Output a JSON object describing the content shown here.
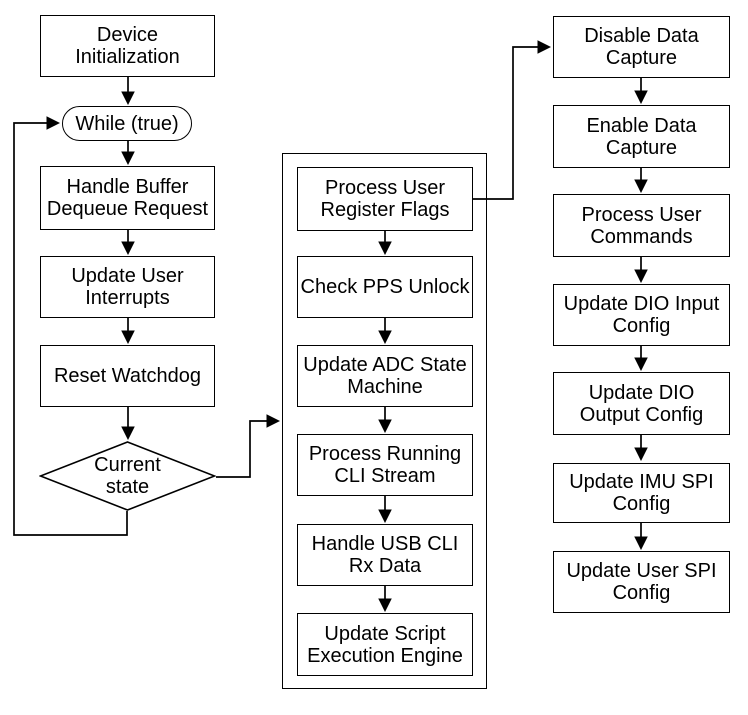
{
  "diagram": {
    "kind": "flowchart",
    "colors": {
      "background": "#ffffff",
      "line": "#000000",
      "node_fill": "#ffffff",
      "text": "#000000"
    },
    "main_loop": {
      "nodes": [
        {
          "id": "device-initialization",
          "shape": "rect",
          "label": "Device\nInitialization"
        },
        {
          "id": "while-true",
          "shape": "stadium",
          "label": "While (true)"
        },
        {
          "id": "handle-buffer-dequeue-request",
          "shape": "rect",
          "label": "Handle Buffer\nDequeue Request"
        },
        {
          "id": "update-user-interrupts",
          "shape": "rect",
          "label": "Update User\nInterrupts"
        },
        {
          "id": "reset-watchdog",
          "shape": "rect",
          "label": "Reset Watchdog"
        },
        {
          "id": "current-state",
          "shape": "diamond",
          "label": "Current\nstate"
        }
      ]
    },
    "subroutine_panel": {
      "nodes": [
        {
          "id": "process-user-register-flags",
          "shape": "rect",
          "label": "Process User\nRegister Flags"
        },
        {
          "id": "check-pps-unlock",
          "shape": "rect",
          "label": "Check PPS Unlock"
        },
        {
          "id": "update-adc-state-machine",
          "shape": "rect",
          "label": "Update ADC State\nMachine"
        },
        {
          "id": "process-running-cli-stream",
          "shape": "rect",
          "label": "Process Running\nCLI Stream"
        },
        {
          "id": "handle-usb-cli-rx-data",
          "shape": "rect",
          "label": "Handle USB CLI\nRx Data"
        },
        {
          "id": "update-script-execution-engine",
          "shape": "rect",
          "label": "Update Script\nExecution Engine"
        }
      ]
    },
    "command_column": {
      "nodes": [
        {
          "id": "disable-data-capture",
          "shape": "rect",
          "label": "Disable Data\nCapture"
        },
        {
          "id": "enable-data-capture",
          "shape": "rect",
          "label": "Enable Data\nCapture"
        },
        {
          "id": "process-user-commands",
          "shape": "rect",
          "label": "Process User\nCommands"
        },
        {
          "id": "update-dio-input-config",
          "shape": "rect",
          "label": "Update DIO Input\nConfig"
        },
        {
          "id": "update-dio-output-config",
          "shape": "rect",
          "label": "Update DIO\nOutput Config"
        },
        {
          "id": "update-imu-spi-config",
          "shape": "rect",
          "label": "Update IMU SPI\nConfig"
        },
        {
          "id": "update-user-spi-config",
          "shape": "rect",
          "label": "Update User SPI\nConfig"
        }
      ]
    },
    "edges": [
      {
        "from": "device-initialization",
        "to": "while-true"
      },
      {
        "from": "while-true",
        "to": "handle-buffer-dequeue-request"
      },
      {
        "from": "handle-buffer-dequeue-request",
        "to": "update-user-interrupts"
      },
      {
        "from": "update-user-interrupts",
        "to": "reset-watchdog"
      },
      {
        "from": "reset-watchdog",
        "to": "current-state"
      },
      {
        "from": "current-state",
        "to": "while-true"
      },
      {
        "from": "current-state",
        "to": "subroutine-panel"
      },
      {
        "from": "process-user-register-flags",
        "to": "check-pps-unlock"
      },
      {
        "from": "check-pps-unlock",
        "to": "update-adc-state-machine"
      },
      {
        "from": "update-adc-state-machine",
        "to": "process-running-cli-stream"
      },
      {
        "from": "process-running-cli-stream",
        "to": "handle-usb-cli-rx-data"
      },
      {
        "from": "handle-usb-cli-rx-data",
        "to": "update-script-execution-engine"
      },
      {
        "from": "process-user-register-flags",
        "to": "disable-data-capture"
      },
      {
        "from": "disable-data-capture",
        "to": "enable-data-capture"
      },
      {
        "from": "enable-data-capture",
        "to": "process-user-commands"
      },
      {
        "from": "process-user-commands",
        "to": "update-dio-input-config"
      },
      {
        "from": "update-dio-input-config",
        "to": "update-dio-output-config"
      },
      {
        "from": "update-dio-output-config",
        "to": "update-imu-spi-config"
      },
      {
        "from": "update-imu-spi-config",
        "to": "update-user-spi-config"
      }
    ]
  }
}
